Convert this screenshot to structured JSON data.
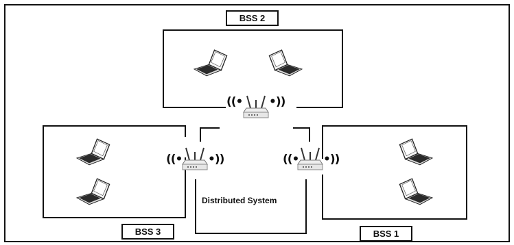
{
  "diagram": {
    "labels": {
      "bss2": "BSS 2",
      "bss3": "BSS 3",
      "bss1": "BSS 1",
      "distributed_system": "Distributed System"
    },
    "icons": {
      "laptop": "laptop-icon",
      "access_point": "access-point-icon",
      "wifi_waves": "wifi-signal-icon"
    },
    "colors": {
      "line": "#111111",
      "background": "#ffffff"
    }
  }
}
